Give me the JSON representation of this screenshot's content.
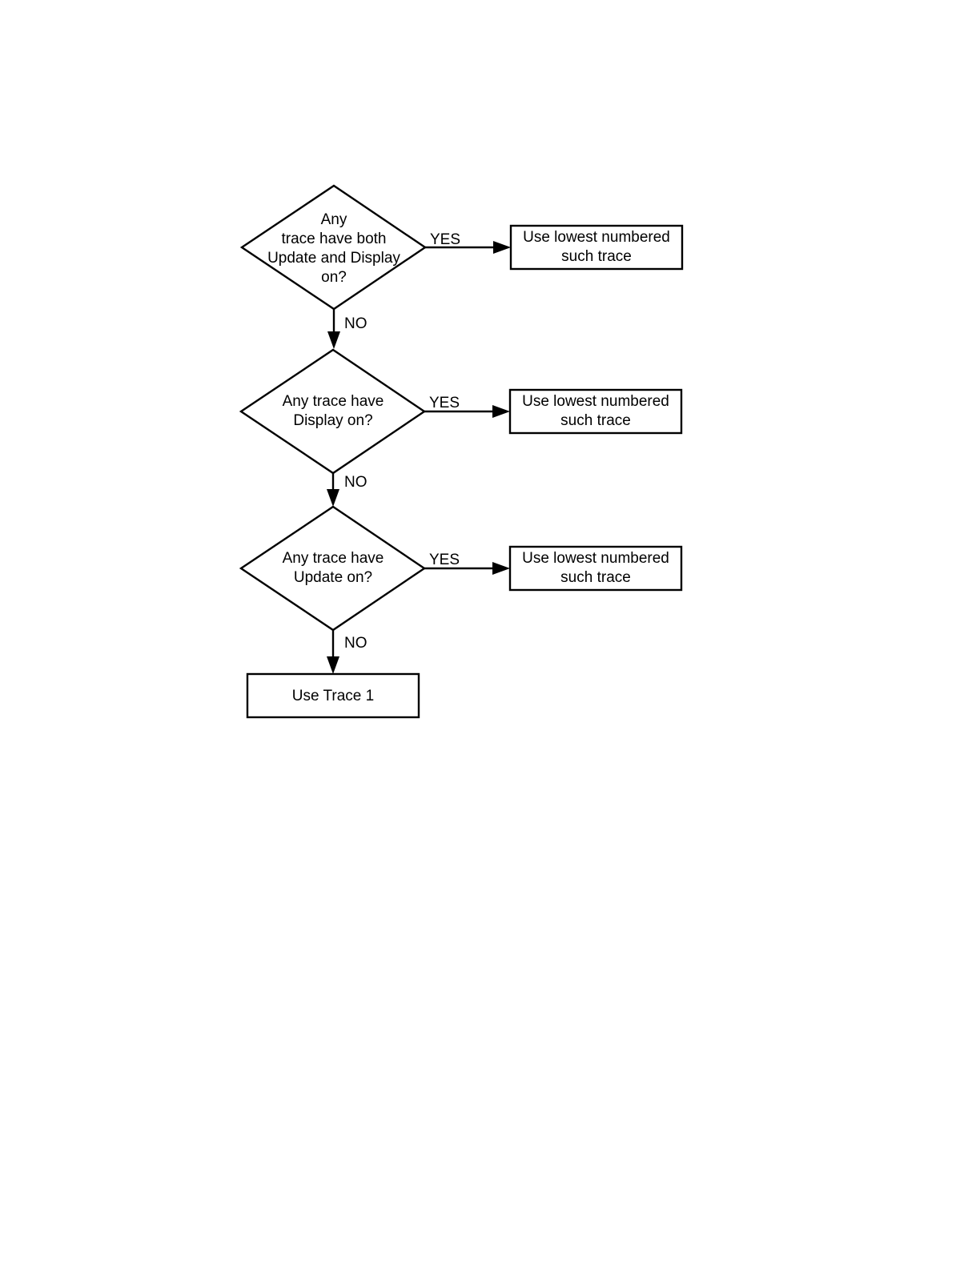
{
  "diagram": {
    "type": "flowchart",
    "decisions": [
      {
        "id": "d1",
        "lines": [
          "Any",
          "trace have both",
          "Update and Display",
          "on?"
        ],
        "yes_label": "YES",
        "no_label": "NO"
      },
      {
        "id": "d2",
        "lines": [
          "Any trace have",
          "Display on?"
        ],
        "yes_label": "YES",
        "no_label": "NO"
      },
      {
        "id": "d3",
        "lines": [
          "Any trace have",
          "Update on?"
        ],
        "yes_label": "YES",
        "no_label": "NO"
      }
    ],
    "outcomes": [
      {
        "id": "o1",
        "lines": [
          "Use lowest numbered",
          "such trace"
        ]
      },
      {
        "id": "o2",
        "lines": [
          "Use lowest numbered",
          "such trace"
        ]
      },
      {
        "id": "o3",
        "lines": [
          "Use lowest numbered",
          "such trace"
        ]
      }
    ],
    "final": {
      "id": "f1",
      "lines": [
        "Use Trace 1"
      ]
    },
    "edges": [
      {
        "from": "d1",
        "to": "o1",
        "label": "YES"
      },
      {
        "from": "d1",
        "to": "d2",
        "label": "NO"
      },
      {
        "from": "d2",
        "to": "o2",
        "label": "YES"
      },
      {
        "from": "d2",
        "to": "d3",
        "label": "NO"
      },
      {
        "from": "d3",
        "to": "o3",
        "label": "YES"
      },
      {
        "from": "d3",
        "to": "f1",
        "label": "NO"
      }
    ],
    "colors": {
      "stroke": "#000000",
      "fill": "#ffffff",
      "text": "#000000"
    }
  }
}
